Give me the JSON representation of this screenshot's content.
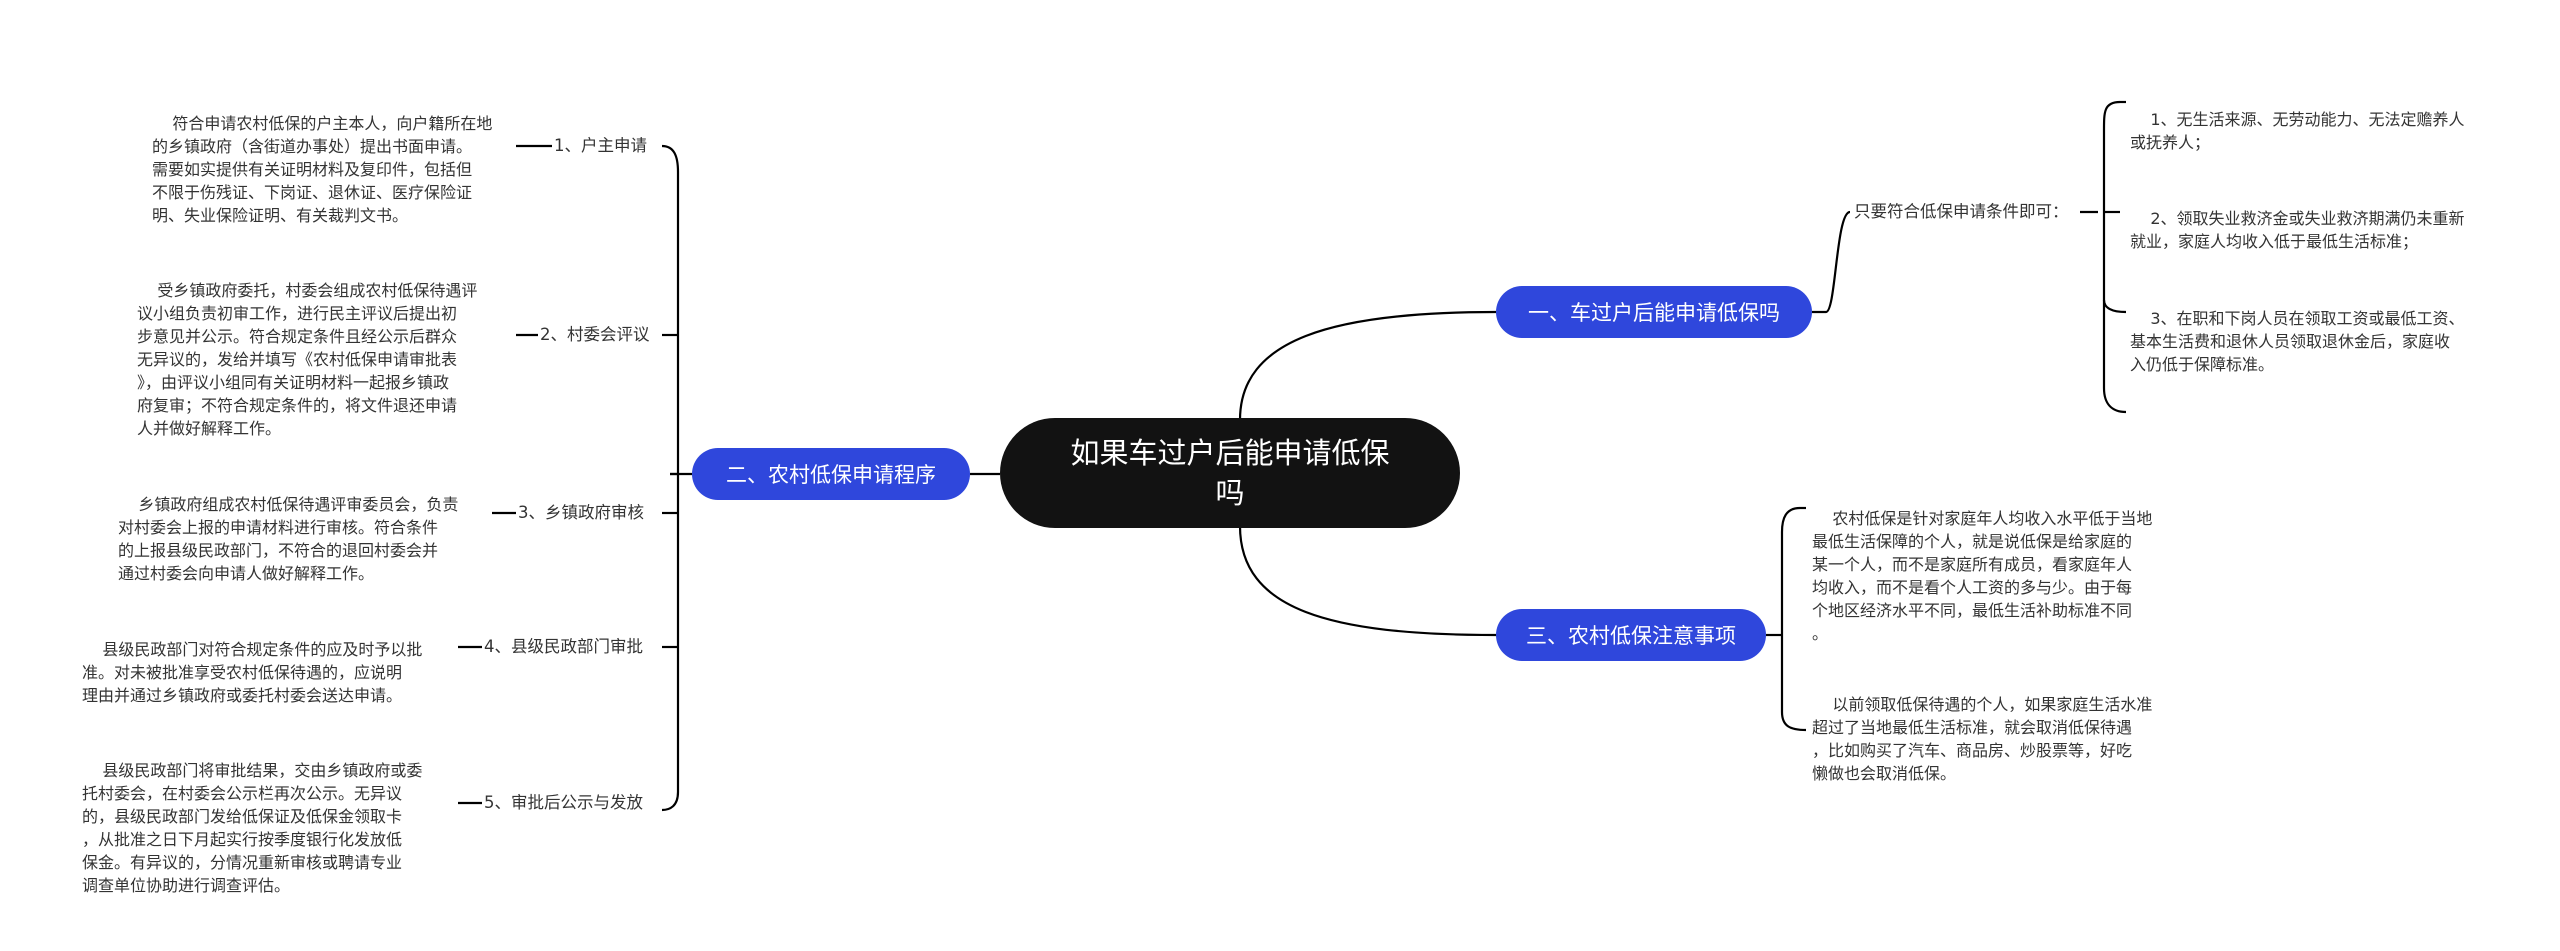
{
  "colors": {
    "root": "#121212",
    "branch": "#2f47dc",
    "line": "#000000",
    "text": "#333333"
  },
  "root": {
    "title": "如果车过户后能申请低保\n吗"
  },
  "branches": [
    {
      "label": "一、车过户后能申请低保吗",
      "sub": "只要符合低保申请条件即可：",
      "items": [
        "1、无生活来源、无劳动能力、无法定赡养人\n或抚养人；",
        "2、领取失业救济金或失业救济期满仍未重新\n就业，家庭人均收入低于最低生活标准；",
        "3、在职和下岗人员在领取工资或最低工资、\n基本生活费和退休人员领取退休金后，家庭收\n入仍低于保障标准。"
      ]
    },
    {
      "label": "二、农村低保申请程序",
      "steps": [
        {
          "label": "1、户主申请",
          "text": "符合申请农村低保的户主本人，向户籍所在地\n的乡镇政府（含街道办事处）提出书面申请。\n需要如实提供有关证明材料及复印件，包括但\n不限于伤残证、下岗证、退休证、医疗保险证\n明、失业保险证明、有关裁判文书。"
        },
        {
          "label": "2、村委会评议",
          "text": "受乡镇政府委托，村委会组成农村低保待遇评\n议小组负责初审工作，进行民主评议后提出初\n步意见并公示。符合规定条件且经公示后群众\n无异议的，发给并填写《农村低保申请审批表\n》，由评议小组同有关证明材料一起报乡镇政\n府复审；不符合规定条件的，将文件退还申请\n人并做好解释工作。"
        },
        {
          "label": "3、乡镇政府审核",
          "text": "乡镇政府组成农村低保待遇评审委员会，负责\n对村委会上报的申请材料进行审核。符合条件\n的上报县级民政部门，不符合的退回村委会并\n通过村委会向申请人做好解释工作。"
        },
        {
          "label": "4、县级民政部门审批",
          "text": "县级民政部门对符合规定条件的应及时予以批\n准。对未被批准享受农村低保待遇的，应说明\n理由并通过乡镇政府或委托村委会送达申请。"
        },
        {
          "label": "5、审批后公示与发放",
          "text": "县级民政部门将审批结果，交由乡镇政府或委\n托村委会，在村委会公示栏再次公示。无异议\n的，县级民政部门发给低保证及低保金领取卡\n，从批准之日下月起实行按季度银行化发放低\n保金。有异议的，分情况重新审核或聘请专业\n调查单位协助进行调查评估。"
        }
      ]
    },
    {
      "label": "三、农村低保注意事项",
      "items": [
        "农村低保是针对家庭年人均收入水平低于当地\n最低生活保障的个人，就是说低保是给家庭的\n某一个人，而不是家庭所有成员，看家庭年人\n均收入，而不是看个人工资的多与少。由于每\n个地区经济水平不同，最低生活补助标准不同\n。",
        "以前领取低保待遇的个人，如果家庭生活水准\n超过了当地最低生活标准，就会取消低保待遇\n，比如购买了汽车、商品房、炒股票等，好吃\n懒做也会取消低保。"
      ]
    }
  ]
}
